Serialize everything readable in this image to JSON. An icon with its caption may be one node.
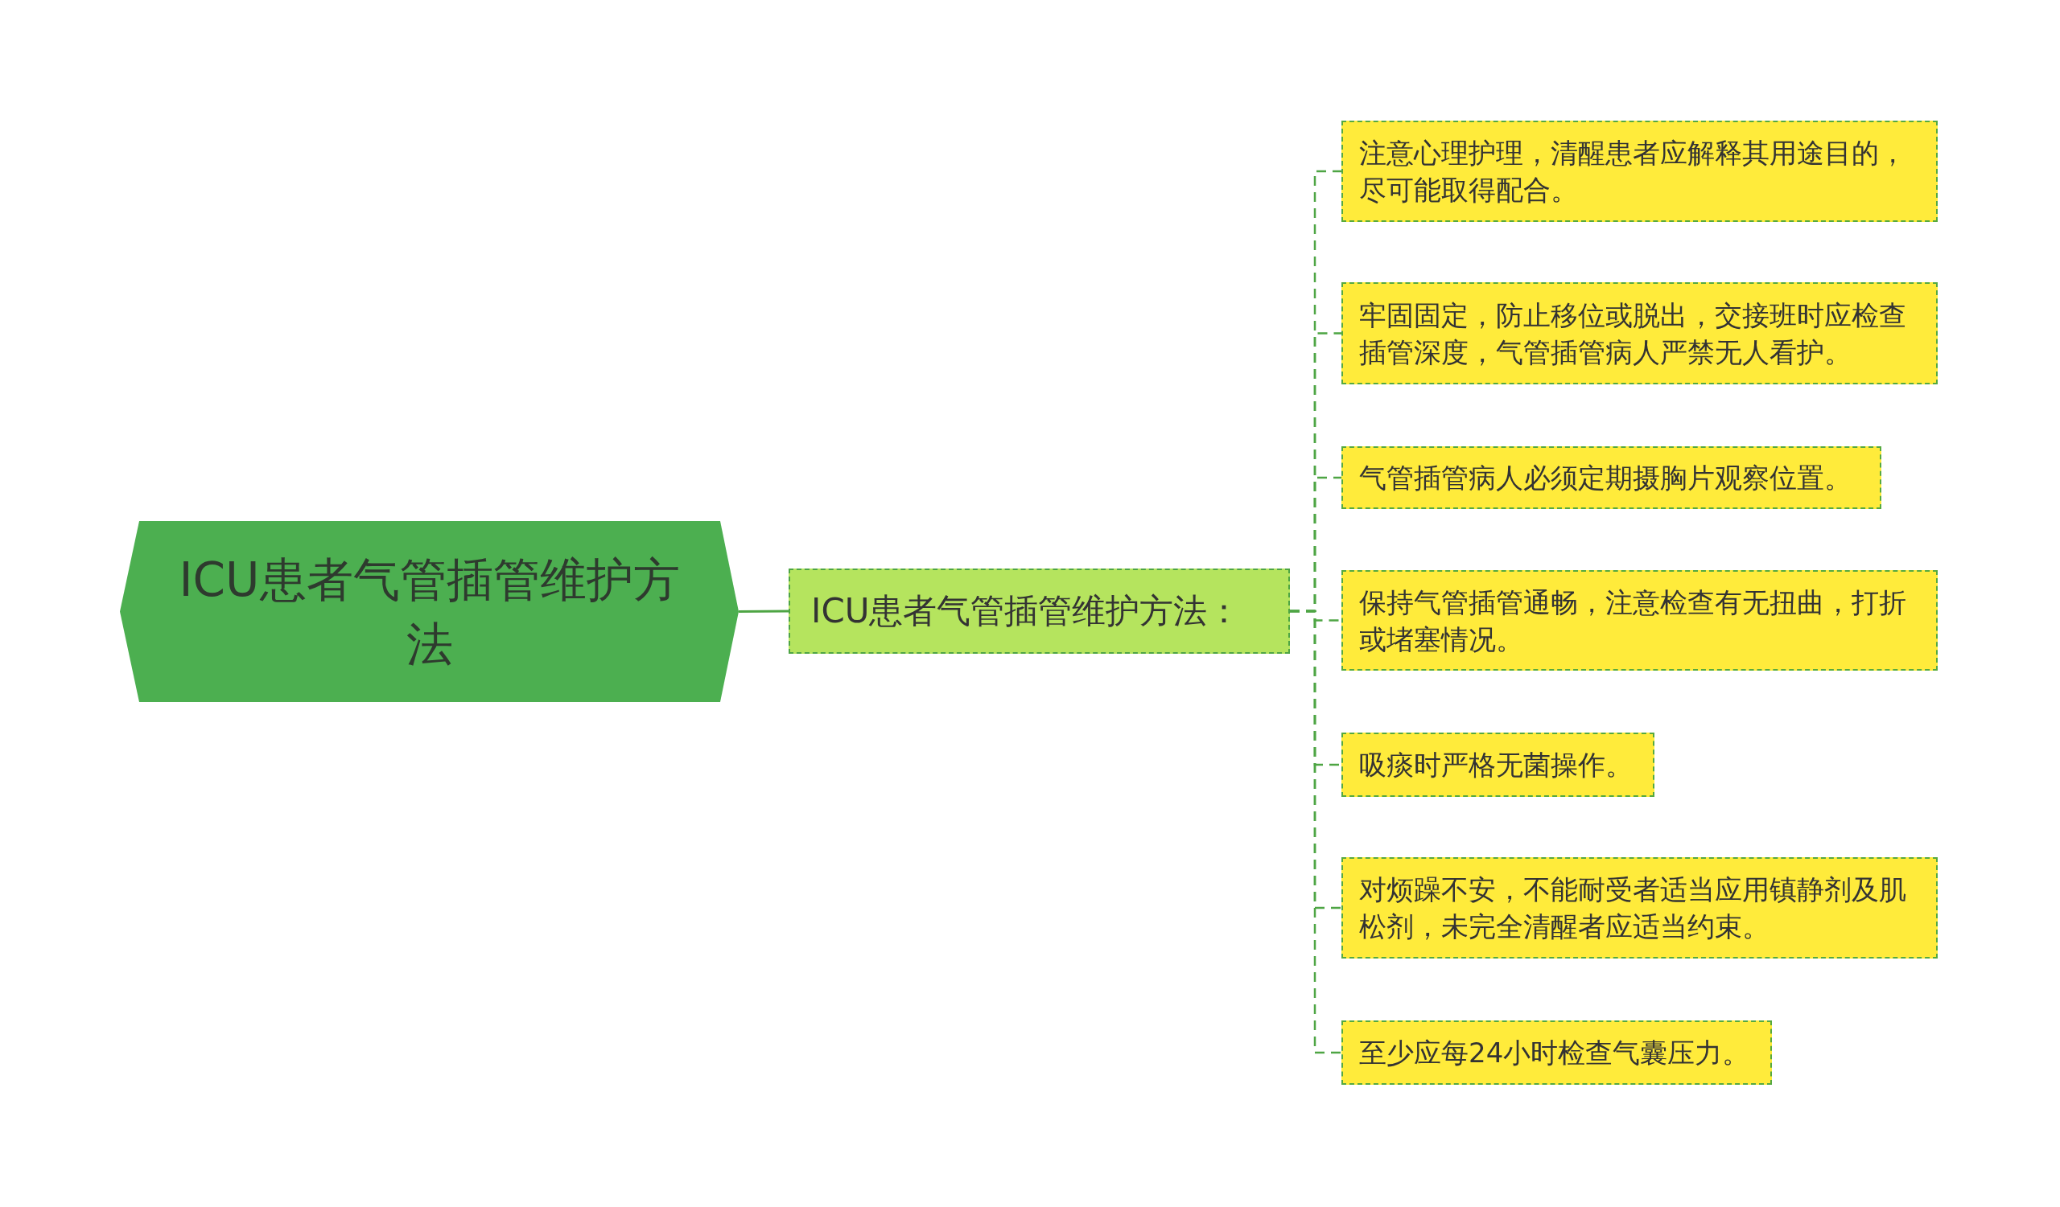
{
  "diagram": {
    "nodes": [
      {
        "text": [
          "ICU患者气管插管维护方法"
        ]
      },
      {
        "text": [
          "ICU患者气管插管维护方法："
        ]
      },
      {
        "text": [
          "注意心理护理，清醒患者应解释其用途目的，尽可能取得配合。"
        ]
      },
      {
        "text": [
          "牢固固定，防止移位或脱出，交接班时应检查插管深度，气管插管病人严禁无人看护。"
        ]
      },
      {
        "text": [
          "气管插管病人必须定期摄胸片观察位置。"
        ]
      },
      {
        "text": [
          "保持气管插管通畅，注意检查有无扭曲，打折或堵塞情况。"
        ]
      },
      {
        "text": [
          "吸痰时严格无菌操作。"
        ]
      },
      {
        "text": [
          "对烦躁不安，不能耐受者适当应用镇静剂及肌松剂，未完全清醒者应适当约束。"
        ]
      },
      {
        "text": [
          "至少应每24小时检查气囊压力。"
        ]
      }
    ],
    "edges": [
      {
        "from": 0,
        "to": 1,
        "arrow": "none"
      },
      {
        "from": 1,
        "to": 2,
        "arrow": "none",
        "style": "dashed"
      },
      {
        "from": 1,
        "to": 3,
        "arrow": "none",
        "style": "dashed"
      },
      {
        "from": 1,
        "to": 4,
        "arrow": "none",
        "style": "dashed"
      },
      {
        "from": 1,
        "to": 5,
        "arrow": "none",
        "style": "dashed"
      },
      {
        "from": 1,
        "to": 6,
        "arrow": "none",
        "style": "dashed"
      },
      {
        "from": 1,
        "to": 7,
        "arrow": "none",
        "style": "dashed"
      },
      {
        "from": 1,
        "to": 8,
        "arrow": "none",
        "style": "dashed"
      }
    ]
  }
}
